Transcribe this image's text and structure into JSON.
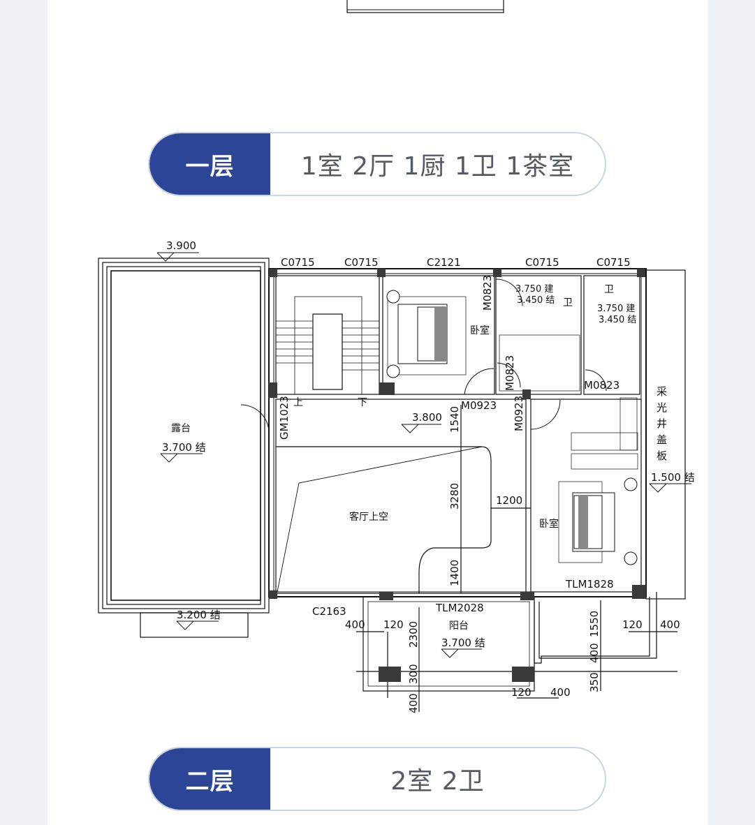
{
  "floor1": {
    "label": "一层",
    "rooms": "1室 2厅 1厨 1卫 1茶室"
  },
  "floor2": {
    "label": "二层",
    "rooms": "2室 2卫"
  },
  "plan": {
    "windows": [
      "C0715",
      "C0715",
      "C2121",
      "C0715",
      "C0715",
      "C2163"
    ],
    "doors": [
      "M0823",
      "M0823",
      "M0823",
      "M0923",
      "M0923",
      "GM1023",
      "TLM1828",
      "TLM2028"
    ],
    "rooms": {
      "terrace": "露台",
      "bedroom1": "卧室",
      "bedroom2": "卧室",
      "bath1": "卫",
      "bath2": "卫",
      "void": "客厅上空",
      "balcony": "阳台",
      "lightwell": [
        "采",
        "光",
        "井",
        "盖",
        "板"
      ]
    },
    "stairs": {
      "up": "上",
      "down": "下"
    },
    "levels": {
      "top_left": "3.900",
      "terrace": "3.700 结",
      "terrace_bottom": "3.200 结",
      "hall": "3.800",
      "balcony": "3.700 结",
      "lightwell": "1.500 结",
      "bath1_a": "3.750 建",
      "bath1_b": "3.450 结",
      "bath2_a": "3.750 建",
      "bath2_b": "3.450 结"
    },
    "dims": {
      "d1540": "1540",
      "d3280": "3280",
      "d1200": "1200",
      "d1400": "1400",
      "d400a": "400",
      "d120a": "120",
      "d2300": "2300",
      "d300": "300",
      "d400b": "400",
      "d120b": "120",
      "d400c": "400",
      "d1550": "1550",
      "d400d": "400",
      "d350": "350",
      "d120c": "120",
      "d400e": "400"
    }
  }
}
